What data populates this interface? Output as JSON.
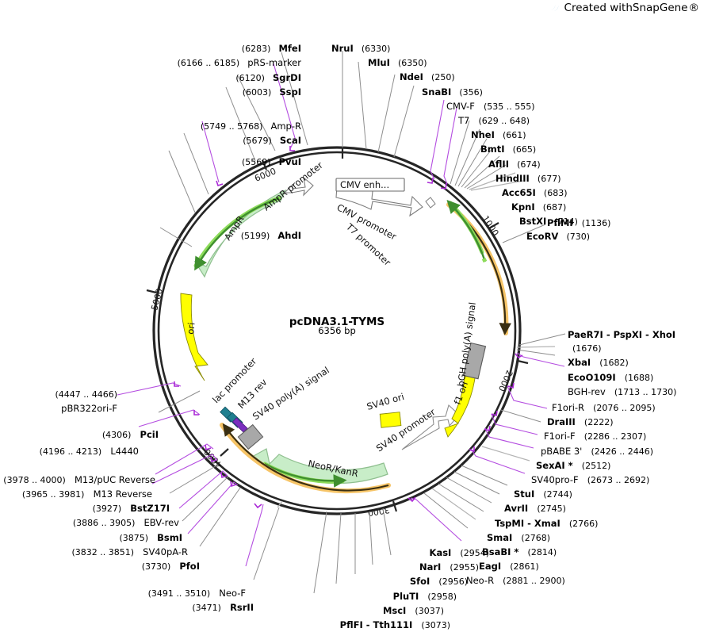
{
  "watermark": {
    "pre": "Created with ",
    "brand": "SnapGene",
    "suffix": "®"
  },
  "plasmid": {
    "name": "pcDNA3.1-TYMS",
    "size_label": "6356 bp",
    "length_bp": 6356,
    "topology": "circular",
    "ruler_ticks": [
      {
        "label": "1000",
        "bp": 1000
      },
      {
        "label": "2000",
        "bp": 2000
      },
      {
        "label": "3000",
        "bp": 3000
      },
      {
        "label": "4000",
        "bp": 4000
      },
      {
        "label": "5000",
        "bp": 5000
      },
      {
        "label": "6000",
        "bp": 6000
      }
    ]
  },
  "colors": {
    "backbone": "#262626",
    "enzyme_text": "#000000",
    "primer_text": "#aa29d6",
    "dimmed_text": "#9a9a9a",
    "gene_green_fill": "#c8edc8",
    "gene_green_stroke": "#8fbf8f",
    "arrow_green": "#3f8f2f",
    "arrow_green_halo": "#8ddc5a",
    "arrow_orange": "#3a2f12",
    "arrow_orange_halo": "#f6c467",
    "ori_yellow": "#ffff00",
    "polyA_gray": "#a8a8a8",
    "promoter_white": "#ffffff",
    "teal_block": "#1f7f8f",
    "purple_block": "#7a2fbf"
  },
  "features": [
    {
      "name": "AmpR promoter",
      "type": "promoter",
      "color": "#ffffff"
    },
    {
      "name": "AmpR",
      "type": "CDS",
      "color": "#c8edc8"
    },
    {
      "name": "ori",
      "type": "rep_origin",
      "color": "#ffff00"
    },
    {
      "name": "lac promoter",
      "type": "promoter",
      "color": "#ffffff"
    },
    {
      "name": "M13 rev",
      "type": "primer_bind",
      "color": "#7a2fbf"
    },
    {
      "name": "SV40 poly(A) signal",
      "type": "polyA_signal",
      "color": "#a8a8a8"
    },
    {
      "name": "NeoR/KanR",
      "type": "CDS",
      "color": "#c8edc8"
    },
    {
      "name": "SV40 promoter",
      "type": "promoter",
      "color": "#ffffff"
    },
    {
      "name": "SV40 ori",
      "type": "rep_origin",
      "color": "#ffff00"
    },
    {
      "name": "f1 ori",
      "type": "rep_origin",
      "color": "#ffff00"
    },
    {
      "name": "bGH poly(A) signal",
      "type": "polyA_signal",
      "color": "#a8a8a8"
    },
    {
      "name": "CMV enh...",
      "type": "enhancer",
      "color": "#ffffff"
    },
    {
      "name": "CMV promoter",
      "type": "promoter",
      "color": "#ffffff"
    },
    {
      "name": "T7 promoter",
      "type": "promoter",
      "color": "#ffffff"
    }
  ],
  "sites": {
    "top_left": [
      {
        "pos": "(6283)",
        "name": "MfeI",
        "style": "enzyme"
      },
      {
        "pos": "(6166 .. 6185)",
        "name": "pRS-marker",
        "style": "primer",
        "pos_first": true
      },
      {
        "pos": "(6120)",
        "name": "SgrDI",
        "style": "enzyme"
      },
      {
        "pos": "(6003)",
        "name": "SspI",
        "style": "enzyme"
      },
      {
        "pos": "(5749 .. 5768)",
        "name": "Amp-R",
        "style": "primer",
        "pos_first": true
      },
      {
        "pos": "(5679)",
        "name": "ScaI",
        "style": "enzyme"
      },
      {
        "pos": "(5569)",
        "name": "PvuI",
        "style": "enzyme"
      },
      {
        "pos": "(5199)",
        "name": "AhdI",
        "style": "enzyme"
      }
    ],
    "top_right": [
      {
        "name": "NruI",
        "pos": "(6330)",
        "style": "enzyme"
      },
      {
        "name": "MluI",
        "pos": "(6350)",
        "style": "enzyme"
      },
      {
        "name": "NdeI",
        "pos": "(250)",
        "style": "enzyme"
      },
      {
        "name": "SnaBI",
        "pos": "(356)",
        "style": "enzyme"
      },
      {
        "name": "CMV-F",
        "pos": "(535 .. 555)",
        "style": "primer"
      },
      {
        "name": "T7",
        "pos": "(629 .. 648)",
        "style": "primer"
      },
      {
        "name": "NheI",
        "pos": "(661)",
        "style": "enzyme"
      },
      {
        "name": "BmtI",
        "pos": "(665)",
        "style": "enzyme"
      },
      {
        "name": "AflII",
        "pos": "(674)",
        "style": "enzyme"
      },
      {
        "name": "HindIII",
        "pos": "(677)",
        "style": "enzyme"
      },
      {
        "name": "Acc65I",
        "pos": "(683)",
        "style": "enzyme"
      },
      {
        "name": "KpnI",
        "pos": "(687)",
        "style": "enzyme"
      },
      {
        "name": "BstXI",
        "pos": "(714)",
        "style": "enzyme"
      },
      {
        "name": "EcoRV",
        "pos": "(730)",
        "style": "enzyme"
      }
    ],
    "right": [
      {
        "name": "PflMI",
        "pos": "(1136)",
        "style": "enzyme"
      },
      {
        "name": "PaeR7I - PspXI - XhoI",
        "pos": "(1676)",
        "style": "enzyme"
      },
      {
        "name": "XbaI",
        "pos": "(1682)",
        "style": "enzyme"
      },
      {
        "name": "EcoO109I",
        "pos": "(1688)",
        "style": "enzyme"
      },
      {
        "name": "BGH-rev",
        "pos": "(1713 .. 1730)",
        "style": "primer"
      },
      {
        "name": "F1ori-R",
        "pos": "(2076 .. 2095)",
        "style": "primer"
      },
      {
        "name": "DraIII",
        "pos": "(2222)",
        "style": "enzyme"
      },
      {
        "name": "F1ori-F",
        "pos": "(2286 .. 2307)",
        "style": "primer"
      },
      {
        "name": "pBABE 3'",
        "pos": "(2426 .. 2446)",
        "style": "primer"
      },
      {
        "name": "SexAI *",
        "pos": "(2512)",
        "style": "dim"
      },
      {
        "name": "SV40pro-F",
        "pos": "(2673 .. 2692)",
        "style": "primer"
      },
      {
        "name": "StuI",
        "pos": "(2744)",
        "style": "enzyme"
      },
      {
        "name": "AvrII",
        "pos": "(2745)",
        "style": "enzyme"
      },
      {
        "name": "TspMI - XmaI",
        "pos": "(2766)",
        "style": "enzyme"
      },
      {
        "name": "SmaI",
        "pos": "(2768)",
        "style": "enzyme"
      },
      {
        "name": "BsaBI *",
        "pos": "(2814)",
        "style": "dim"
      },
      {
        "name": "EagI",
        "pos": "(2861)",
        "style": "enzyme"
      },
      {
        "name": "Neo-R",
        "pos": "(2881 .. 2900)",
        "style": "primer"
      }
    ],
    "bottom": [
      {
        "name": "KasI",
        "pos": "(2954)",
        "style": "enzyme"
      },
      {
        "name": "NarI",
        "pos": "(2955)",
        "style": "enzyme"
      },
      {
        "name": "SfoI",
        "pos": "(2956)",
        "style": "enzyme"
      },
      {
        "name": "PluTI",
        "pos": "(2958)",
        "style": "enzyme"
      },
      {
        "name": "MscI",
        "pos": "(3037)",
        "style": "enzyme"
      },
      {
        "name": "PflFI - Tth111I",
        "pos": "(3073)",
        "style": "enzyme"
      }
    ],
    "bottom_left": [
      {
        "pos": "(4447 .. 4466)",
        "name": "pBR322ori-F",
        "style": "primer",
        "pos_first": true
      },
      {
        "pos": "(4306)",
        "name": "PciI",
        "style": "enzyme"
      },
      {
        "pos": "(4196 .. 4213)",
        "name": "L4440",
        "style": "primer",
        "pos_first": true
      },
      {
        "pos": "(3978 .. 4000)",
        "name": "M13/pUC Reverse",
        "style": "primer",
        "pos_first": true
      },
      {
        "pos": "(3965 .. 3981)",
        "name": "M13 Reverse",
        "style": "primer",
        "pos_first": true
      },
      {
        "pos": "(3927)",
        "name": "BstZ17I",
        "style": "enzyme"
      },
      {
        "pos": "(3886 .. 3905)",
        "name": "EBV-rev",
        "style": "primer",
        "pos_first": true
      },
      {
        "pos": "(3875)",
        "name": "BsmI",
        "style": "enzyme"
      },
      {
        "pos": "(3832 .. 3851)",
        "name": "SV40pA-R",
        "style": "primer",
        "pos_first": true
      },
      {
        "pos": "(3730)",
        "name": "PfoI",
        "style": "enzyme"
      },
      {
        "pos": "(3491 .. 3510)",
        "name": "Neo-F",
        "style": "primer",
        "pos_first": true
      },
      {
        "pos": "(3471)",
        "name": "RsrII",
        "style": "enzyme"
      }
    ]
  }
}
